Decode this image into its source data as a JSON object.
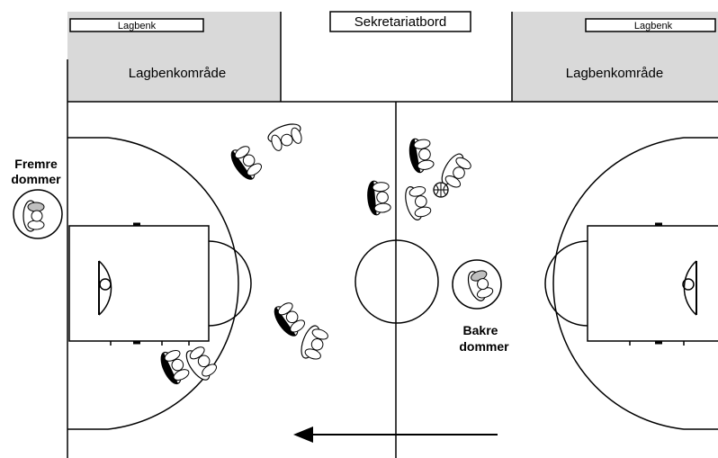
{
  "labels": {
    "bench_left": "Lagbenk",
    "bench_right": "Lagbenk",
    "bench_area_left": "Lagbenkområde",
    "bench_area_right": "Lagbenkområde",
    "scorer_table": "Sekretariatbord",
    "lead_official_line1": "Fremre",
    "lead_official_line2": "dommer",
    "trail_official_line1": "Bakre",
    "trail_official_line2": "dommer"
  },
  "colors": {
    "line": "#000000",
    "bench_area_fill": "#d9d9d9",
    "official_fill": "#bfbfbf"
  },
  "icons": {
    "player": "player-figure-icon",
    "official": "official-figure-icon",
    "ball": "basketball-icon",
    "direction": "arrow-left-icon"
  }
}
